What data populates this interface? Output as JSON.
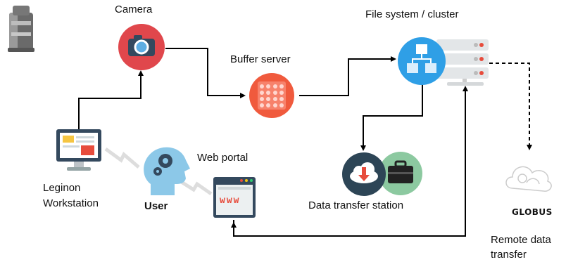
{
  "labels": {
    "camera": "Camera",
    "buffer_server": "Buffer server",
    "file_system": "File system / cluster",
    "web_portal": "Web portal",
    "leginon_line1": "Leginon",
    "leginon_line2": "Workstation",
    "user": "User",
    "data_transfer_station": "Data transfer station",
    "globus": "GLOBUS",
    "remote_line1": "Remote data",
    "remote_line2": "transfer",
    "www": "www"
  },
  "colors": {
    "camera_circle": "#e0474c",
    "buffer_circle": "#f05a3d",
    "cluster_circle": "#2f9fe6",
    "transfer_dark": "#2d4556",
    "transfer_green": "#8cc9a0",
    "head": "#8cc8e8",
    "screen_frame": "#34495e",
    "arrow": "#000000",
    "connector": "#aaaaaa"
  },
  "icons": [
    "microscope-icon",
    "camera-icon",
    "buffer-server-icon",
    "cluster-icon",
    "server-rack-icon",
    "workstation-icon",
    "user-head-icon",
    "web-portal-icon",
    "cloud-download-icon",
    "briefcase-icon",
    "globus-cloud-icon"
  ]
}
